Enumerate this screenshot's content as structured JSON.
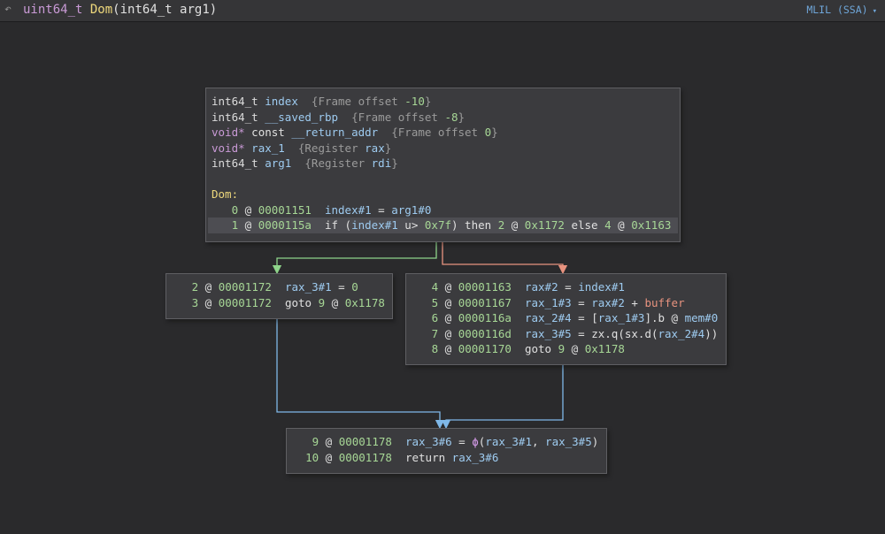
{
  "header": {
    "nav_icon": "history-icon",
    "nav_glyph": "↶",
    "signature_type": "uint64_t",
    "signature_name": "Dom",
    "signature_params": "(int64_t arg1)",
    "il_view": "MLIL (SSA)",
    "il_chevron": "▾"
  },
  "colors": {
    "edge_true": "#8ed48a",
    "edge_false": "#e8937f",
    "edge_unconditional": "#7fb8e8"
  },
  "entry_block": {
    "vars": [
      {
        "type": "int64_t",
        "name": "index",
        "comment_pre": "{Frame offset ",
        "comment_val": "-10",
        "comment_post": "}"
      },
      {
        "type": "int64_t",
        "name": "__saved_rbp",
        "comment_pre": "{Frame offset ",
        "comment_val": "-8",
        "comment_post": "}"
      },
      {
        "type_kw": "void*",
        "type_kw2": "const",
        "name": "__return_addr",
        "comment_pre": "{Frame offset ",
        "comment_val": "0",
        "comment_post": "}"
      },
      {
        "type_kw": "void*",
        "name": "rax_1",
        "comment_pre": "{Register ",
        "comment_val": "rax",
        "comment_post": "}"
      },
      {
        "type": "int64_t",
        "name": "arg1",
        "comment_pre": "{Register ",
        "comment_val": "rdi",
        "comment_post": "}"
      }
    ],
    "label": "Dom:",
    "lines": [
      {
        "idx": "0",
        "addr": "00001151",
        "a": "index#1",
        "op": " = ",
        "b": "arg1#0"
      },
      {
        "idx": "1",
        "addr": "0000115a",
        "if_kw": "if",
        "cond_l": " (",
        "cond_var": "index#1",
        "cond_op": " u> ",
        "cond_num": "0x7f",
        "cond_r": ")",
        "then_kw": " then ",
        "then_idx": "2",
        "then_at": " @ ",
        "then_addr": "0x1172",
        "else_kw": " else ",
        "else_idx": "4",
        "else_at": " @ ",
        "else_addr": "0x1163"
      }
    ]
  },
  "block_true": {
    "lines": [
      {
        "idx": "2",
        "addr": "00001172",
        "a": "rax_3#1",
        "op": " = ",
        "num": "0"
      },
      {
        "idx": "3",
        "addr": "00001172",
        "kw": "goto",
        "t_idx": "9",
        "t_at": " @ ",
        "t_addr": "0x1178"
      }
    ]
  },
  "block_false": {
    "lines": [
      {
        "idx": "4",
        "addr": "00001163",
        "a": "rax#2",
        "op": " = ",
        "b": "index#1"
      },
      {
        "idx": "5",
        "addr": "00001167",
        "a": "rax_1#3",
        "op": " = ",
        "b": "rax#2",
        "op2": " + ",
        "imp": "buffer"
      },
      {
        "idx": "6",
        "addr": "0000116a",
        "a": "rax_2#4",
        "op": " = [",
        "b": "rax_1#3",
        "op2": "].b @ ",
        "c": "mem#0"
      },
      {
        "idx": "7",
        "addr": "0000116d",
        "a": "rax_3#5",
        "op": " = zx.q(sx.d(",
        "b": "rax_2#4",
        "op2": "))"
      },
      {
        "idx": "8",
        "addr": "00001170",
        "kw": "goto",
        "t_idx": "9",
        "t_at": " @ ",
        "t_addr": "0x1178"
      }
    ]
  },
  "block_exit": {
    "lines": [
      {
        "idx": "9",
        "addr": "00001178",
        "a": "rax_3#6",
        "op": " = ",
        "phi": "ϕ",
        "op2": "(",
        "b": "rax_3#1",
        "op3": ", ",
        "c": "rax_3#5",
        "op4": ")"
      },
      {
        "idx": "10",
        "addr": "00001178",
        "kw": "return",
        "b": "rax_3#6"
      }
    ]
  }
}
